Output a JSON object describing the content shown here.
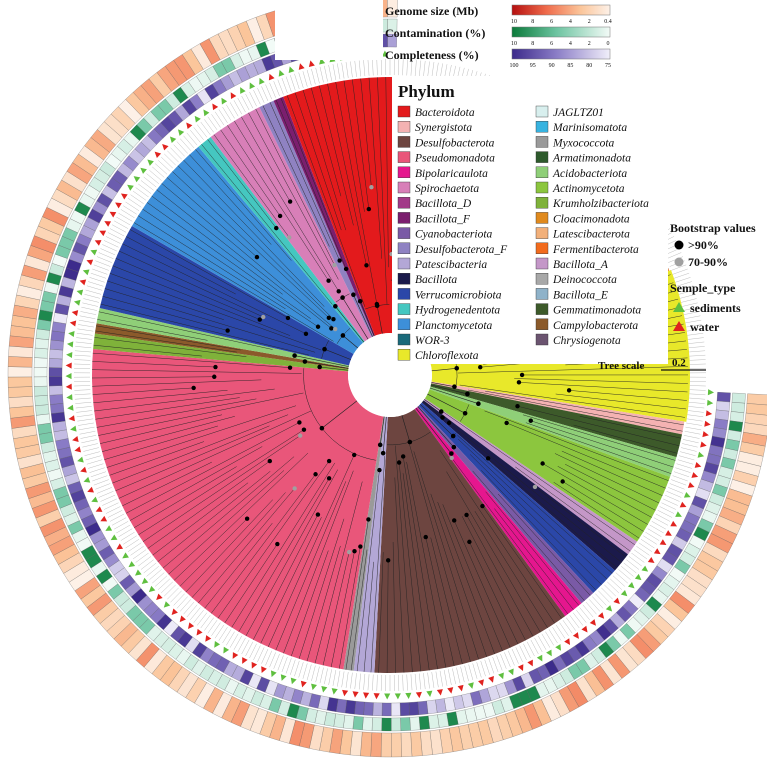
{
  "heatmap_legends": {
    "genome_size": {
      "title": "Genome size  (Mb)",
      "ticks": [
        "10",
        "8",
        "6",
        "4",
        "2",
        "0.4"
      ],
      "colors": [
        "#b50f0f",
        "#fdf1e8"
      ]
    },
    "contamination": {
      "title": "Contamination (%)",
      "ticks": [
        "10",
        "8",
        "6",
        "4",
        "2",
        "0"
      ],
      "colors": [
        "#0b7a3a",
        "#f3fbf7"
      ]
    },
    "completeness": {
      "title": "Completeness  (%)",
      "ticks": [
        "100",
        "95",
        "90",
        "85",
        "80",
        "75"
      ],
      "colors": [
        "#3b2a8a",
        "#f1effa"
      ]
    }
  },
  "phylum_legend": {
    "title": "Phylum",
    "items": [
      {
        "label": "Bacteroidota",
        "color": "#e31a1c",
        "italic": true
      },
      {
        "label": "Synergistota",
        "color": "#f4b2b2",
        "italic": true
      },
      {
        "label": "Desulfobacterota",
        "color": "#6d4540",
        "italic": true
      },
      {
        "label": "Pseudomonadota",
        "color": "#e9567a",
        "italic": true
      },
      {
        "label": "Bipolaricaulota",
        "color": "#e5168e",
        "italic": true
      },
      {
        "label": "Spirochaetota",
        "color": "#d87fb8",
        "italic": true
      },
      {
        "label": "Bacillota_D",
        "color": "#a23a88",
        "italic": true
      },
      {
        "label": "Bacillota_F",
        "color": "#7b1e6e",
        "italic": true
      },
      {
        "label": "Cyanobacteriota",
        "color": "#7a5aa6",
        "italic": true
      },
      {
        "label": "Desulfobacterota_F",
        "color": "#8f82c2",
        "italic": true
      },
      {
        "label": "Patescibacteria",
        "color": "#b3a7d6",
        "italic": true
      },
      {
        "label": "Bacillota",
        "color": "#1b1a4b",
        "italic": true
      },
      {
        "label": "Verrucomicrobiota",
        "color": "#2b47a8",
        "italic": true
      },
      {
        "label": "Hydrogenedentota",
        "color": "#45c7c0",
        "italic": true
      },
      {
        "label": "Planctomycetota",
        "color": "#3d8fd9",
        "italic": true
      },
      {
        "label": "WOR-3",
        "color": "#1a6a7a",
        "italic": true
      },
      {
        "label": "Chloroflexota",
        "color": "#e8e82a",
        "italic": true
      },
      {
        "label": "JAGLTZ01",
        "color": "#d8efee",
        "italic": true
      },
      {
        "label": "Marinisomatota",
        "color": "#37b3e0",
        "italic": true
      },
      {
        "label": "Myxococcota",
        "color": "#9a9a9a",
        "italic": true
      },
      {
        "label": "Armatimonadota",
        "color": "#2e5a2c",
        "italic": true
      },
      {
        "label": "Acidobacteriota",
        "color": "#8fcf78",
        "italic": true
      },
      {
        "label": "Actinomycetota",
        "color": "#8cc63e",
        "italic": true
      },
      {
        "label": "Krumholzibacteriota",
        "color": "#7fb23a",
        "italic": true
      },
      {
        "label": "Cloacimonadota",
        "color": "#e08a1e",
        "italic": true
      },
      {
        "label": "Latescibacterota",
        "color": "#f2b07a",
        "italic": true
      },
      {
        "label": "Fermentibacterota",
        "color": "#f26b1d",
        "italic": true
      },
      {
        "label": "Bacillota_A",
        "color": "#c497c8",
        "italic": true
      },
      {
        "label": "Deinococcota",
        "color": "#a8a8a8",
        "italic": true
      },
      {
        "label": "Bacillota_E",
        "color": "#8fb2c9",
        "italic": true
      },
      {
        "label": "Gemmatimonadota",
        "color": "#3d5a2a",
        "italic": true
      },
      {
        "label": "Campylobacterota",
        "color": "#8b5a2b",
        "italic": true
      },
      {
        "label": "Chrysiogenota",
        "color": "#6b5470",
        "italic": true
      }
    ]
  },
  "bootstrap_legend": {
    "title": "Bootstrap values",
    "items": [
      {
        "label": ">90%",
        "color": "#000000"
      },
      {
        "label": "70-90%",
        "color": "#a0a0a0"
      }
    ]
  },
  "sample_legend": {
    "title": "Semple_type",
    "items": [
      {
        "label": "sediments",
        "color": "#5fbf3f"
      },
      {
        "label": "water",
        "color": "#e0231f"
      }
    ]
  },
  "tree_scale": {
    "label": "Tree scale",
    "value": "0.2"
  },
  "clades": [
    {
      "phylum": "Bacteroidota",
      "start": 0,
      "end": 58
    },
    {
      "phylum": "Bacillota_D",
      "start": 58,
      "end": 60.5
    },
    {
      "phylum": "Marinisomatota",
      "start": 60.5,
      "end": 63.5
    },
    {
      "phylum": "WOR-3",
      "start": 63.5,
      "end": 65.5
    },
    {
      "phylum": "Cloacimonadota",
      "start": 65.5,
      "end": 68
    },
    {
      "phylum": "Fermentibacterota",
      "start": 68,
      "end": 69.5
    },
    {
      "phylum": "Chloroflexota",
      "start": 69.5,
      "end": 99
    },
    {
      "phylum": "Synergistota",
      "start": 99,
      "end": 101.5
    },
    {
      "phylum": "Gemmatimonadota",
      "start": 101.5,
      "end": 106
    },
    {
      "phylum": "Acidobacteriota",
      "start": 106,
      "end": 110
    },
    {
      "phylum": "Actinomycetota",
      "start": 110,
      "end": 124
    },
    {
      "phylum": "Bacillota_A",
      "start": 124,
      "end": 127
    },
    {
      "phylum": "Bacillota",
      "start": 127,
      "end": 131
    },
    {
      "phylum": "Verrucomicrobiota",
      "start": 131,
      "end": 137
    },
    {
      "phylum": "Cyanobacteriota",
      "start": 137,
      "end": 140
    },
    {
      "phylum": "Bipolaricaulota",
      "start": 140,
      "end": 144
    },
    {
      "phylum": "Desulfobacterota",
      "start": 144,
      "end": 183
    },
    {
      "phylum": "Patescibacteria",
      "start": 183,
      "end": 187
    },
    {
      "phylum": "Myxococcota",
      "start": 187,
      "end": 189
    },
    {
      "phylum": "Pseudomonadota",
      "start": 189,
      "end": 275
    },
    {
      "phylum": "Krumholzibacteriota",
      "start": 275,
      "end": 278
    },
    {
      "phylum": "Campylobacterota",
      "start": 278,
      "end": 280
    },
    {
      "phylum": "Acidobacteriota",
      "start": 280,
      "end": 283
    },
    {
      "phylum": "Verrucomicrobiota",
      "start": 283,
      "end": 300
    },
    {
      "phylum": "Planctomycetota",
      "start": 300,
      "end": 320
    },
    {
      "phylum": "Hydrogenedentota",
      "start": 320,
      "end": 323
    },
    {
      "phylum": "Spirochaetota",
      "start": 323,
      "end": 334
    },
    {
      "phylum": "Desulfobacterota_F",
      "start": 334,
      "end": 337
    },
    {
      "phylum": "Bacillota_F",
      "start": 337,
      "end": 339
    },
    {
      "phylum": "Bacteroidota",
      "start": 339,
      "end": 360
    }
  ]
}
